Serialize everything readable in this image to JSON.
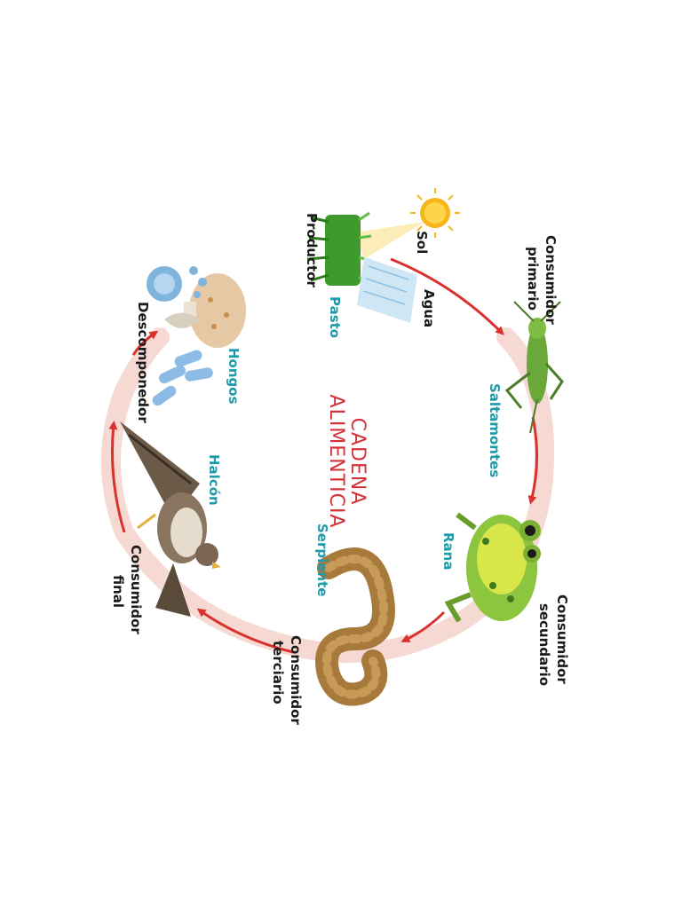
{
  "title": {
    "line1": "CADENA",
    "line2": "ALIMENTICIA"
  },
  "labels": {
    "sol": "Sol",
    "agua": "Agua",
    "productor": "Productor",
    "pasto": "Pasto",
    "consumidor_primario_1": "Consumidor",
    "consumidor_primario_2": "primario",
    "saltamontes": "Saltamontes",
    "consumidor_secundario_1": "Consumidor",
    "consumidor_secundario_2": "secundario",
    "rana": "Rana",
    "consumidor_terciario_1": "Consumidor",
    "consumidor_terciario_2": "terciario",
    "serpiente": "Serpiente",
    "consumidor_final_1": "Consumidor",
    "consumidor_final_2": "final",
    "halcon": "Halcón",
    "descomponedor": "Descomponedor",
    "hongos": "Hongos"
  },
  "colors": {
    "ring": "#f7d9d3",
    "arrow": "#d9322e",
    "title": "#d4323a",
    "teal_label": "#1e9aa8",
    "sun": "#f7b51c",
    "grass": "#3e9a2c",
    "grasshopper": "#6aa83a",
    "frog": "#8cc63f",
    "snake": "#a77a3c",
    "hawk": "#6b5a48",
    "mushroom": "#e6c8a4",
    "bacteria": "#7fb4dc"
  },
  "icons": [
    "sun-icon",
    "water-icon",
    "grass-icon",
    "grasshopper-icon",
    "frog-icon",
    "snake-icon",
    "hawk-icon",
    "mushroom-icon",
    "bacteria-icon"
  ]
}
